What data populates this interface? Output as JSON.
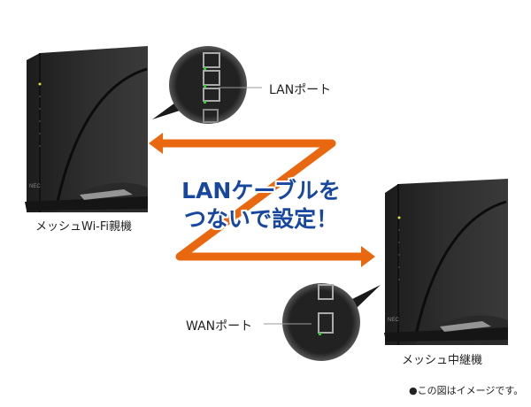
{
  "headline": {
    "line1": "LANケーブルを",
    "line2": "つないで設定！",
    "color": "#17479e"
  },
  "arrow_color": "#e8670f",
  "devices": {
    "parent": {
      "label": "メッシュWi-Fi親機",
      "port_label": "LANポート",
      "brand": "NEC"
    },
    "repeater": {
      "label": "メッシュ中継機",
      "port_label": "WANポート",
      "brand": "NEC"
    }
  },
  "note": "●この図はイメージです。"
}
